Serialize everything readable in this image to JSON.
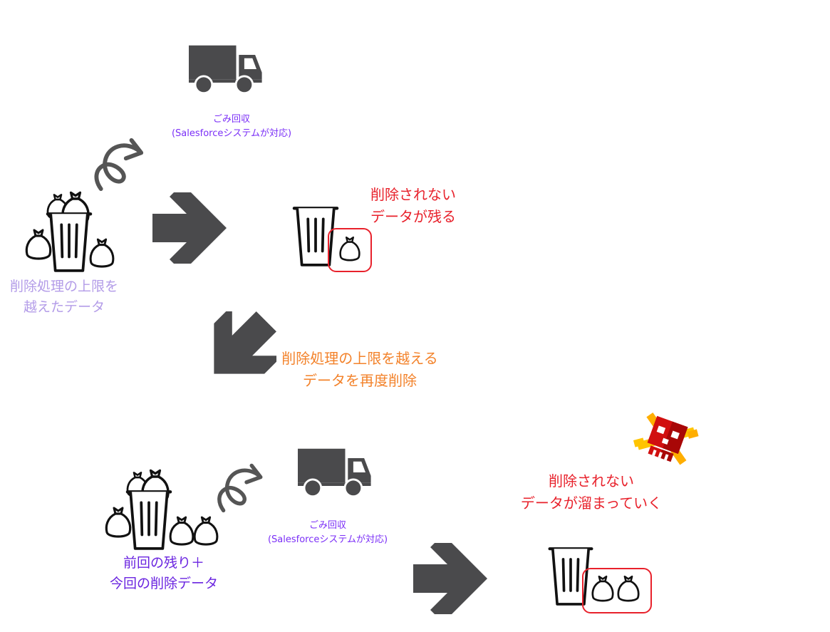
{
  "colors": {
    "icon_dark": "#4a4a4c",
    "icon_line": "#111111",
    "purple_text": "#7b2ff7",
    "lavender_text": "#b39ce8",
    "red_text": "#e8212b",
    "orange_text": "#f3822a",
    "violet_text": "#6a24e0",
    "highlight_box": "#e8212b",
    "skull_red": "#d10f0f",
    "skull_bones": "#ffc400"
  },
  "step1": {
    "truck_caption_line1": "ごみ回収",
    "truck_caption_line2": "(Salesforceシステムが対応)",
    "overflow_label_line1": "削除処理の上限を",
    "overflow_label_line2": "越えたデータ",
    "result_label_line1": "削除されない",
    "result_label_line2": "データが残る"
  },
  "step2": {
    "retry_label_line1": "削除処理の上限を越える",
    "retry_label_line2": "データを再度削除"
  },
  "step3": {
    "truck_caption_line1": "ごみ回収",
    "truck_caption_line2": "(Salesforceシステムが対応)",
    "pile_label_line1": "前回の残り＋",
    "pile_label_line2": "今回の削除データ",
    "result_label_line1": "削除されない",
    "result_label_line2": "データが溜まっていく"
  },
  "icons": {
    "truck": "garbage-truck",
    "trash_overflow": "overflowing-trash-can",
    "trash_small": "trash-can",
    "bag": "garbage-bag",
    "arrow_right": "arrow-right",
    "arrow_down_left": "arrow-down-left",
    "curly_arrow": "curly-arrow",
    "skull": "skull-crossbones"
  }
}
